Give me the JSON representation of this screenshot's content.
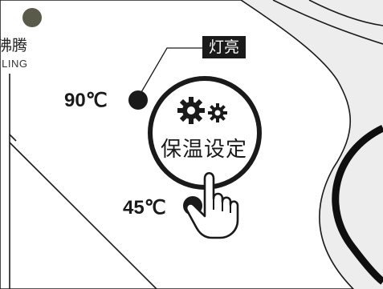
{
  "panel": {
    "mode_label": "沸腾",
    "mode_sublabel": "ILING",
    "indicator_tag": "灯亮",
    "temp_high": "90℃",
    "temp_low": "45℃",
    "settings_button_label": "保温设定"
  },
  "icons": [
    "boiling-indicator-icon",
    "gear-large-icon",
    "gear-small-icon",
    "hand-pointer-icon"
  ],
  "colors": {
    "background": "#ffffff",
    "panel_gray": "#ededed",
    "outline": "#1a1a1a",
    "indicator": "#5a5a4a"
  }
}
